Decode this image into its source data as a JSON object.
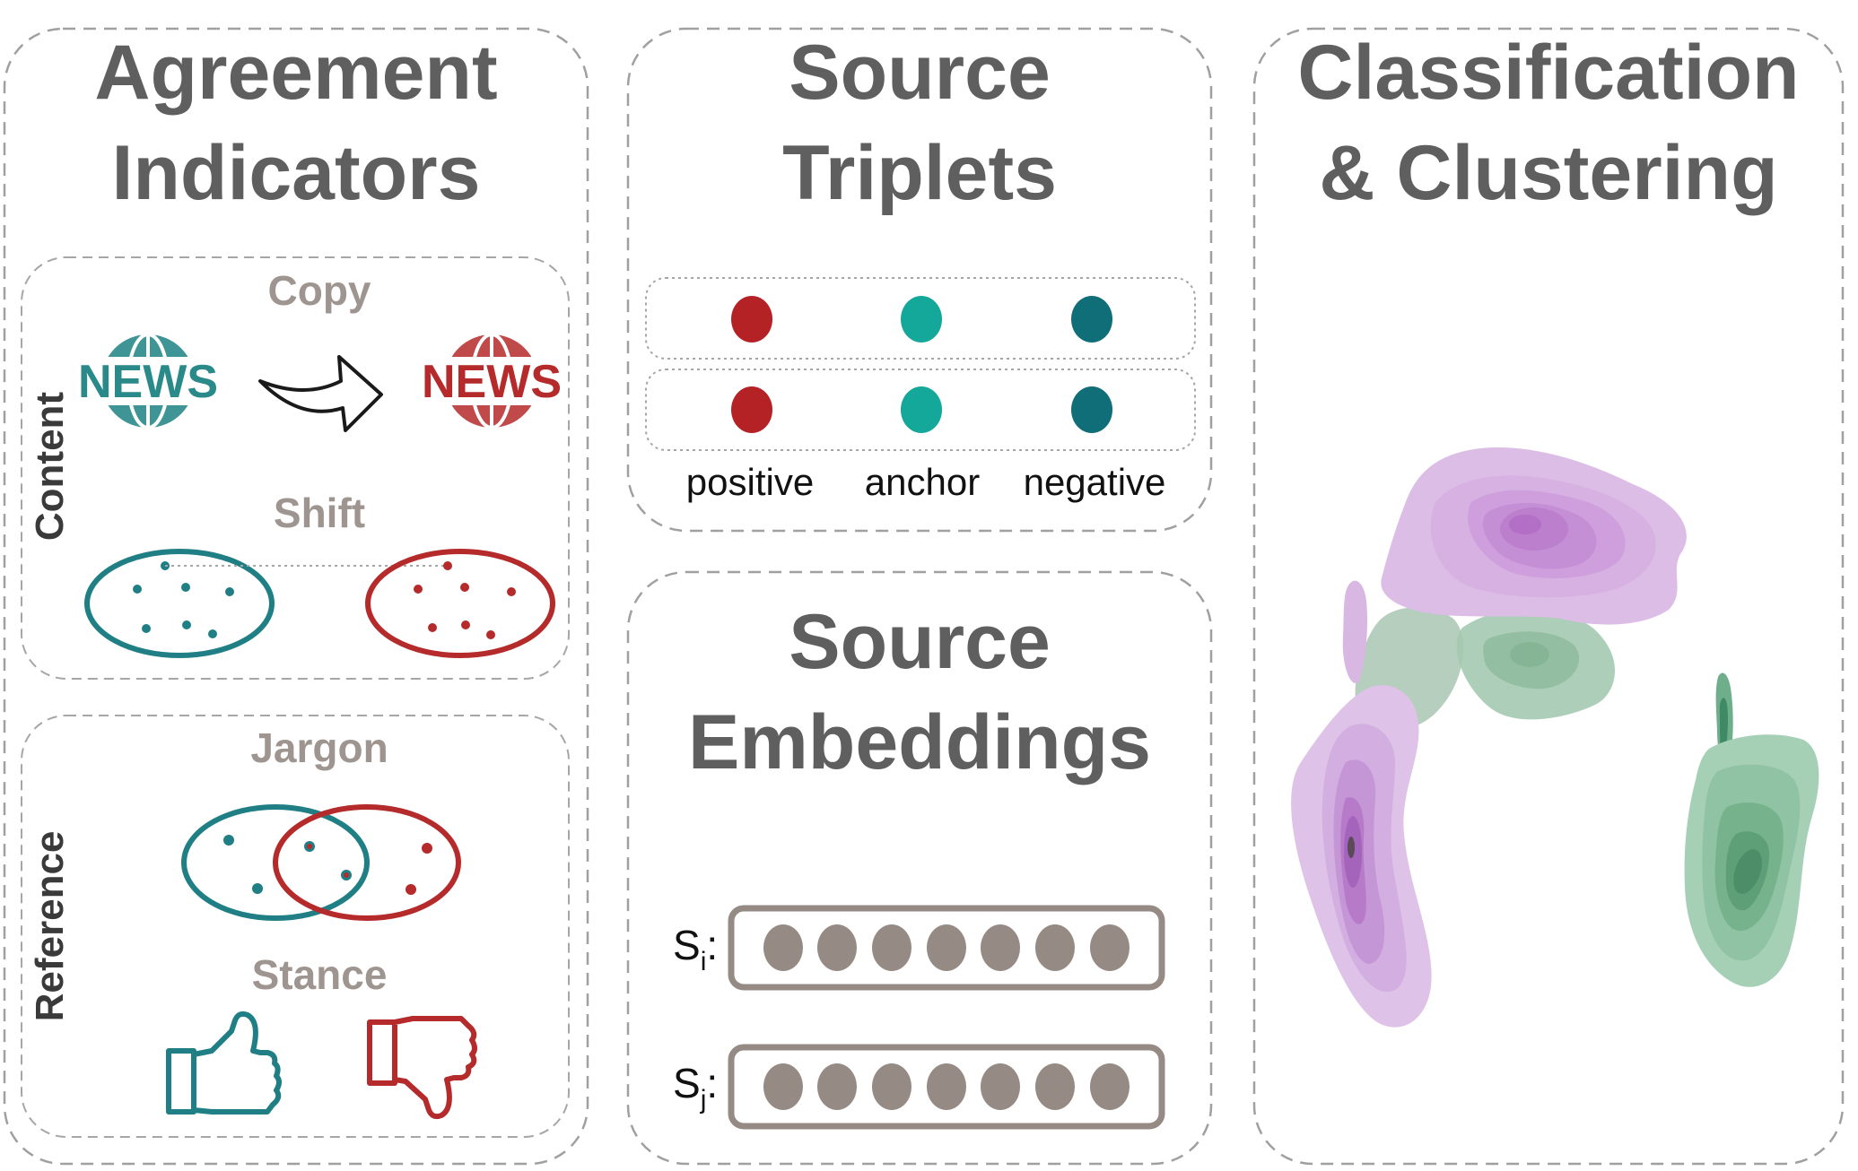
{
  "panels": {
    "agreement": {
      "title_line1": "Agreement",
      "title_line2": "Indicators",
      "content_section": {
        "side_label": "Content",
        "copy_label": "Copy",
        "news_left": "NEWS",
        "news_right": "NEWS",
        "shift_label": "Shift"
      },
      "reference_section": {
        "side_label": "Reference",
        "jargon_label": "Jargon",
        "stance_label": "Stance"
      }
    },
    "triplets": {
      "title_line1": "Source",
      "title_line2": "Triplets",
      "labels": [
        "positive",
        "anchor",
        "negative"
      ]
    },
    "embeddings": {
      "title_line1": "Source",
      "title_line2": "Embeddings",
      "row_i_label": "S",
      "row_i_sub": "i",
      "row_j_label": "S",
      "row_j_sub": "j",
      "colon": ":"
    },
    "classification": {
      "title_line1": "Classification",
      "title_line2": "& Clustering"
    }
  },
  "colors": {
    "teal": "#2a8a8a",
    "red": "#b52a2a",
    "anchor_teal": "#14a89a",
    "negative_teal": "#0f6e78",
    "gray_dot": "#968a84",
    "purple": "#c08ccf",
    "green": "#6cae8c"
  }
}
